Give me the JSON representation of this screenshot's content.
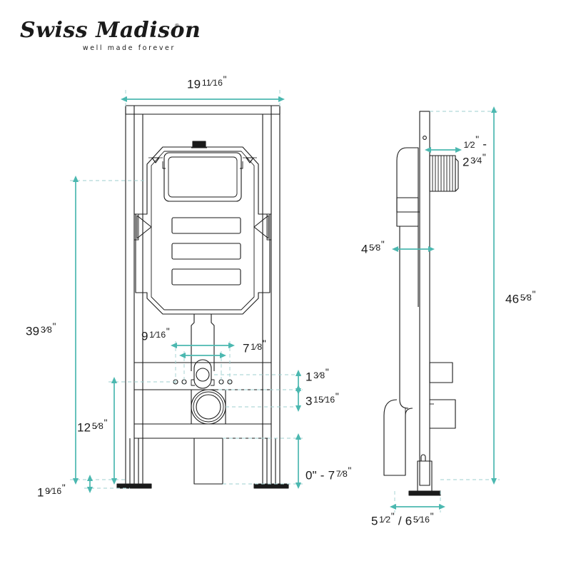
{
  "brand": {
    "name": "Swiss Madison",
    "tagline": "well made forever",
    "registered_mark": "®"
  },
  "drawing": {
    "title": "Concealed in-wall toilet carrier tank dimension drawing",
    "views": [
      "front-elevation",
      "side-elevation"
    ],
    "line_color": "#1a1a1a",
    "dimension_color": "#4bb8b0",
    "background_color": "#ffffff"
  },
  "dimensions": {
    "front_width": {
      "label": "19 11/16\"",
      "whole": "19",
      "num": "11",
      "den": "16",
      "view": "front",
      "orientation": "horizontal"
    },
    "front_tank_height": {
      "label": "39 3/8\"",
      "whole": "39",
      "num": "3",
      "den": "8",
      "view": "front",
      "orientation": "vertical"
    },
    "front_lower_height": {
      "label": "12 5/8\"",
      "whole": "12",
      "num": "5",
      "den": "8",
      "view": "front",
      "orientation": "vertical"
    },
    "front_foot_height": {
      "label": "1 9/16\"",
      "whole": "1",
      "num": "9",
      "den": "16",
      "view": "front",
      "orientation": "vertical"
    },
    "bolt_spacing_outer": {
      "label": "9 1/16\"",
      "whole": "9",
      "num": "1",
      "den": "16",
      "view": "front",
      "orientation": "horizontal"
    },
    "bolt_spacing_inner": {
      "label": "7 1/8\"",
      "whole": "7",
      "num": "1",
      "den": "8",
      "view": "front",
      "orientation": "horizontal"
    },
    "water_inlet_offset": {
      "label": "1 3/8\"",
      "whole": "1",
      "num": "3",
      "den": "8",
      "view": "front",
      "orientation": "vertical"
    },
    "waste_outlet_offset": {
      "label": "3 15/16\"",
      "whole": "3",
      "num": "15",
      "den": "16",
      "view": "front",
      "orientation": "vertical"
    },
    "foot_adjust_range": {
      "label": "0\" - 7 7/8\"",
      "whole": "7",
      "num": "7",
      "den": "8",
      "prefix": "0\" - ",
      "view": "front",
      "orientation": "vertical"
    },
    "actuator_depth": {
      "label": "1/2\" - 2 3/4\"",
      "line1_num": "1",
      "line1_den": "2",
      "line2_whole": "2",
      "line2_num": "3",
      "line2_den": "4",
      "view": "side",
      "orientation": "horizontal"
    },
    "tank_depth": {
      "label": "4 5/8\"",
      "whole": "4",
      "num": "5",
      "den": "8",
      "view": "side",
      "orientation": "horizontal"
    },
    "overall_height": {
      "label": "46 5/8\"",
      "whole": "46",
      "num": "5",
      "den": "8",
      "view": "side",
      "orientation": "vertical"
    },
    "foot_depth_range": {
      "label": "5 1/2\" / 6 5/16\"",
      "a_whole": "5",
      "a_num": "1",
      "a_den": "2",
      "b_whole": "6",
      "b_num": "5",
      "b_den": "16",
      "view": "side",
      "orientation": "horizontal"
    }
  }
}
